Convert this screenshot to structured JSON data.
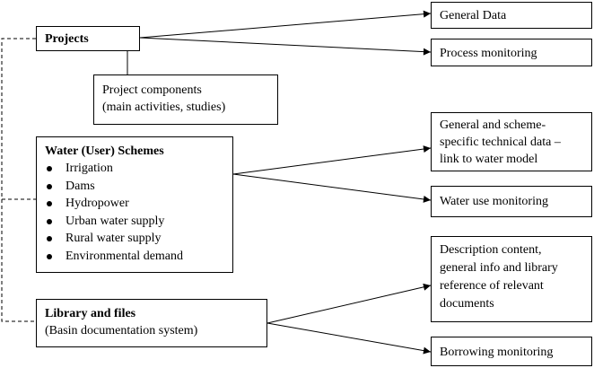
{
  "projects": {
    "title": "Projects"
  },
  "project_components": {
    "lines": [
      "Project components",
      "(main activities, studies)"
    ]
  },
  "schemes": {
    "title": "Water (User) Schemes",
    "items": [
      "Irrigation",
      "Dams",
      "Hydropower",
      "Urban water supply",
      "Rural water supply",
      "Environmental demand"
    ]
  },
  "library": {
    "title": "Library and files",
    "subtitle": "(Basin documentation system)"
  },
  "outputs": {
    "general_data": "General Data",
    "process_monitoring": "Process monitoring",
    "technical_data_lines": [
      "General and scheme-",
      "specific technical data –",
      "link to water model"
    ],
    "water_use_monitoring": "Water use monitoring",
    "description_lines": [
      "Description content,",
      "general info and library",
      "reference of relevant",
      "documents"
    ],
    "borrowing_monitoring": "Borrowing monitoring"
  },
  "colors": {
    "line": "#000000",
    "box_border": "#000000",
    "background": "#ffffff"
  }
}
